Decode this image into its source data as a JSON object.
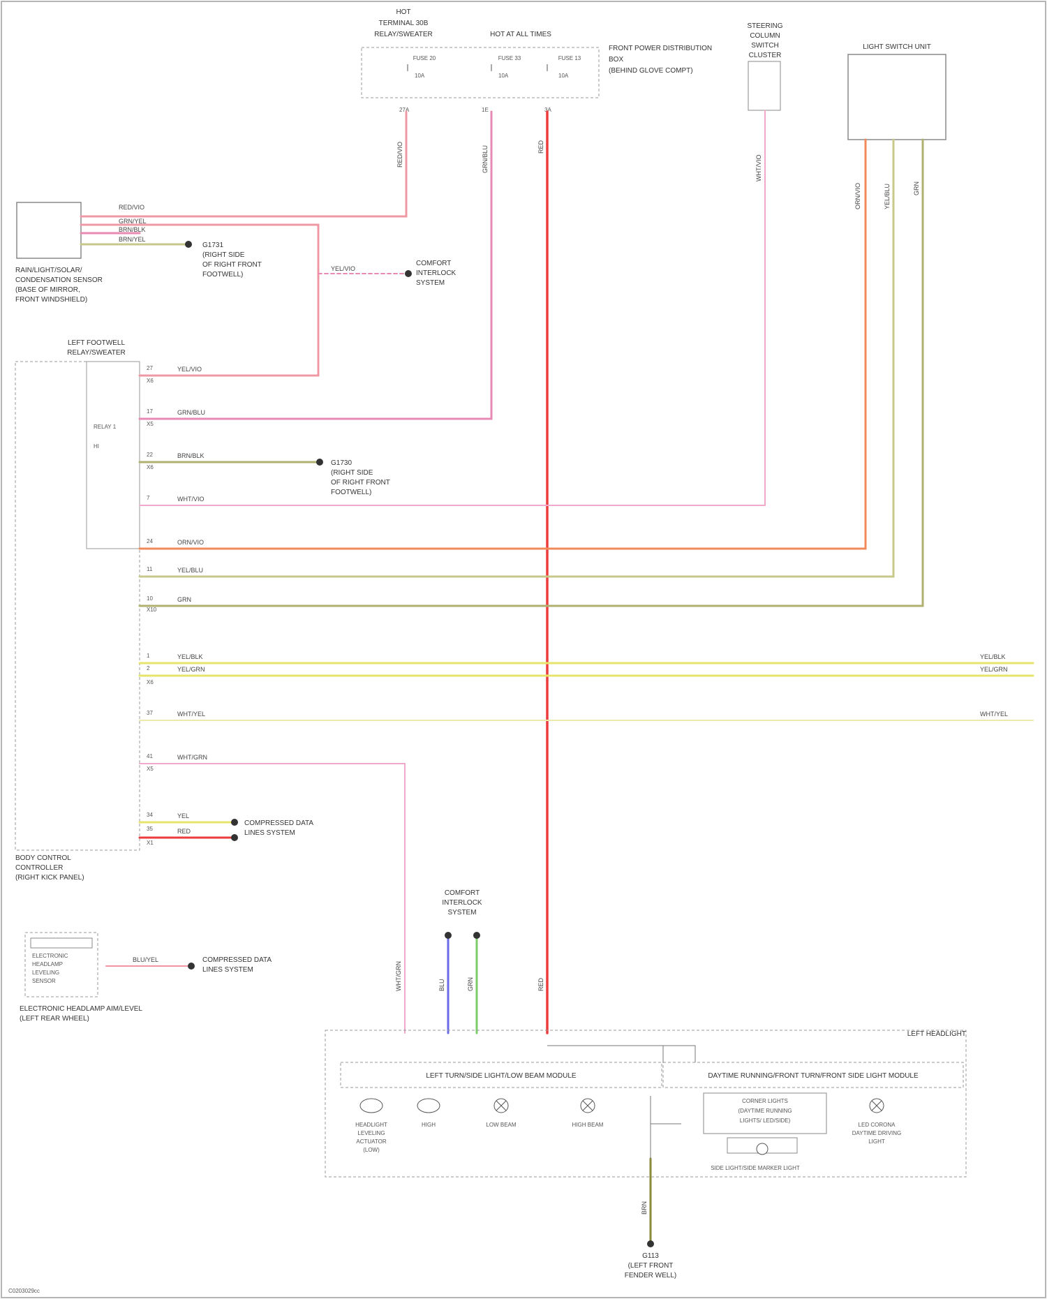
{
  "colors": {
    "pink": "#ef98a4",
    "red": "#ec3b3b",
    "orange": "#f08a5a",
    "light_pink": "#f0a8cc",
    "magenta_pink": "#e88ab4",
    "yellow": "#e6e46a",
    "olive": "#c7c98a",
    "olive_dark": "#b0b070",
    "blue": "#6b6be8",
    "green": "#7ccc6a",
    "dark_olive": "#8a8a3a",
    "gray": "#9a9a9a"
  },
  "components": {
    "top_fuse_box": {
      "title_line1": "HOT",
      "title_line2": "TERMINAL 30B",
      "title_line3": "RELAY/SWEATER",
      "hot_label": "HOT AT ALL TIMES",
      "fuse1": "FUSE 20",
      "fuse1_amp": "10A",
      "fuse2": "FUSE 33",
      "fuse2_amp": "10A",
      "fuse3": "FUSE 13",
      "fuse3_amp": "10A",
      "note_line1": "FRONT POWER DISTRIBUTION",
      "note_line2": "BOX",
      "note_line3": "(BEHIND GLOVE COMPT)"
    },
    "steering_column_sensor": {
      "line1": "STEERING",
      "line2": "COLUMN",
      "line3": "SWITCH",
      "line4": "CLUSTER"
    },
    "light_switch_unit": {
      "title": "LIGHT SWITCH UNIT"
    },
    "rain_sensor": {
      "line1": "RAIN/LIGHT/SOLAR/",
      "line2": "CONDENSATION SENSOR",
      "line3": "(BASE OF MIRROR,",
      "line4": "FRONT WINDSHIELD)"
    },
    "footwell_module": {
      "title_line1": "LEFT FOOTWELL",
      "title_line2": "RELAY/SWEATER",
      "inner_label": "RELAY 1",
      "inner_label2": "HI",
      "foot_line1": "BODY CONTROL",
      "foot_line2": "CONTROLLER",
      "foot_line3": "(RIGHT KICK PANEL)"
    },
    "headlamp_leveling_sensor": {
      "line1": "ELECTRONIC",
      "line2": "HEADLAMP",
      "line3": "LEVELING",
      "line4": "SENSOR",
      "foot_line1": "ELECTRONIC HEADLAMP AIM/LEVEL",
      "foot_line2": "(LEFT REAR WHEEL)"
    },
    "left_headlight": {
      "title": "LEFT HEADLIGHT",
      "sub1": "LEFT TURN/SIDE LIGHT/LOW BEAM MODULE",
      "sub2": "DAYTIME RUNNING/FRONT TURN/FRONT SIDE LIGHT MODULE",
      "bulb1_line1": "HEADLIGHT",
      "bulb1_line2": "LEVELING",
      "bulb1_line3": "ACTUATOR",
      "bulb1_line4": "(LOW)",
      "bulb2": "HIGH",
      "bulb3": "LOW BEAM",
      "bulb4": "HIGH BEAM",
      "bulb5_line1": "CORNER LIGHTS",
      "bulb5_line2": "(DAYTIME RUNNING",
      "bulb5_line3": "LIGHTS/ LED/SIDE)",
      "bulb6_line1": "LED CORONA",
      "bulb6_line2": "DAYTIME DRIVING",
      "bulb6_line3": "LIGHT",
      "bulb7": "SIDE LIGHT/SIDE MARKER LIGHT",
      "ground_line1": "G113",
      "ground_line2": "(LEFT FRONT",
      "ground_line3": "FENDER WELL)"
    },
    "ground_node1": {
      "line1": "G1731",
      "line2": "(RIGHT SIDE",
      "line3": "OF RIGHT FRONT",
      "line4": "FOOTWELL)"
    },
    "ground_node2": {
      "line1": "G1730",
      "line2": "(RIGHT SIDE",
      "line3": "OF RIGHT FRONT",
      "line4": "FOOTWELL)"
    },
    "comfort_bus1": {
      "line1": "COMFORT",
      "line2": "INTERLOCK",
      "line3": "SYSTEM"
    },
    "comfort_bus2": {
      "line1": "COMFORT",
      "line2": "INTERLOCK",
      "line3": "SYSTEM"
    },
    "compressed_data1": {
      "line1": "COMPRESSED DATA",
      "line2": "LINES SYSTEM"
    },
    "compressed_data2": {
      "line1": "COMPRESSED DATA",
      "line2": "LINES SYSTEM"
    }
  },
  "wires": {
    "w_top1": "RED/VIO",
    "w_top2": "GRN/BLU",
    "w_top3": "RED",
    "w_sensor1": "RED/VIO",
    "w_sensor2": "GRN/YEL",
    "w_sensor3": "BRN/BLK",
    "w_sensor4": "BRN/YEL",
    "w_bus1": "YEL/VIO",
    "w_steer": "WHT/VIO",
    "w_lsu1": "ORN/VIO",
    "w_lsu2": "YEL/BLU",
    "w_lsu3": "GRN",
    "w_row1": "YEL/VIO",
    "w_row2": "GRN/BLU",
    "w_row3": "BRN/BLK",
    "w_row4": "WHT/VIO",
    "w_row5": "ORN/VIO",
    "w_row6": "YEL/BLU",
    "w_row7": "GRN",
    "w_row8": "YEL/BLK",
    "w_row9": "YEL/GRN",
    "w_row10": "WHT/YEL",
    "w_row11": "WHT/GRN",
    "w_row12": "YEL",
    "w_row13": "RED",
    "w_right1": "YEL/BLK",
    "w_right2": "YEL/GRN",
    "w_right3": "WHT/YEL",
    "w_level": "BLU/YEL",
    "w_hl1": "WHT/GRN",
    "w_hl2": "BLU",
    "w_hl3": "GRN",
    "w_hl4": "RED",
    "w_ground": "BRN"
  },
  "footer": "C0203029cc"
}
